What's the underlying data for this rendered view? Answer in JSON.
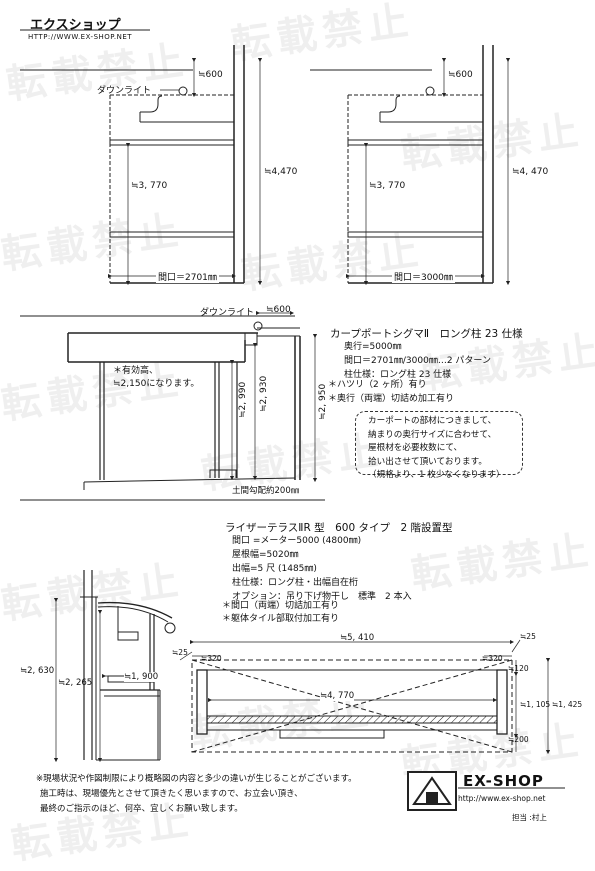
{
  "header": {
    "title": "エクスショップ",
    "url": "HTTP://WWW.EX-SHOP.NET"
  },
  "watermark": {
    "text": "転載禁止"
  },
  "front_views": {
    "downlight_label": "ダウンライト",
    "left": {
      "height_top": "≒600",
      "height_total": "≒4,470",
      "height_opening": "≒3, 770",
      "width_label": "間口＝2701㎜"
    },
    "right": {
      "height_top": "≒600",
      "height_total": "≒4, 470",
      "height_opening": "≒3, 770",
      "width_label": "間口＝3000㎜"
    }
  },
  "side_view": {
    "downlight_label": "ダウンライト",
    "downlight_offset": "≒600",
    "height_a": "≒2, 990",
    "height_b": "≒2, 930",
    "height_c": "≒2, 950",
    "effective_height_note": [
      "＊有効高、",
      "≒2,150になります。"
    ],
    "slope_note": "土間勾配約200㎜"
  },
  "carport": {
    "title": "カープポートシグマⅡ　ロング柱 23 仕様",
    "specs": [
      "奥行=5000㎜",
      "間口＝2701㎜/3000㎜…2 パターン",
      "柱仕様：ロング柱 23 仕様"
    ],
    "notes": [
      "＊ハツリ（2 ヶ所）有り",
      "＊奥行（両端）切詰め加工有り"
    ],
    "box_lines": [
      "カーポートの部材につきまして、",
      "納まりの奥行サイズに合わせて、",
      "屋根材を必要枚数にて、",
      "拾い出させて頂いております。",
      "（規格より、1 枚少なくなります）"
    ]
  },
  "terrace": {
    "title": "ライザーテラスⅡR 型　600 タイプ　2 階設置型",
    "specs": [
      "間口 =メーター5000 (4800㎜)",
      "屋根幅=5020㎜",
      "出幅=5 尺 (1485㎜)",
      "柱仕様：ロング柱・出幅自在桁",
      "オプション：吊り下げ物干し　標準　2 本入"
    ],
    "notes": [
      "＊間口（両端）切詰加工有り",
      "＊躯体タイル部取付加工有り"
    ],
    "section_dims": {
      "total_height": "≒2, 630",
      "height_b": "≒2, 265",
      "depth": "≒1, 900"
    },
    "plan_dims": {
      "width_total": "≒5, 410",
      "width_inner": "≒4, 770",
      "edge_left": "≒320",
      "edge_right": "≒320",
      "overhang_left": "≒25",
      "overhang_right": "≒25",
      "top": "≒120",
      "mid": "≒1, 105",
      "total": "≒1, 425",
      "bottom": "≒200"
    }
  },
  "footer": {
    "notes": [
      "※現場状況や作図制限により概略図の内容と多少の違いが生じることがございます。",
      "施工時は、現場優先とさせて頂きたく思いますので、お立会い頂き、",
      "最終のご指示のほど、何卒、宜しくお願い致します。"
    ],
    "brand": "EX-SHOP",
    "brand_url": "http://www.ex-shop.net",
    "person": "担当 :村上"
  }
}
